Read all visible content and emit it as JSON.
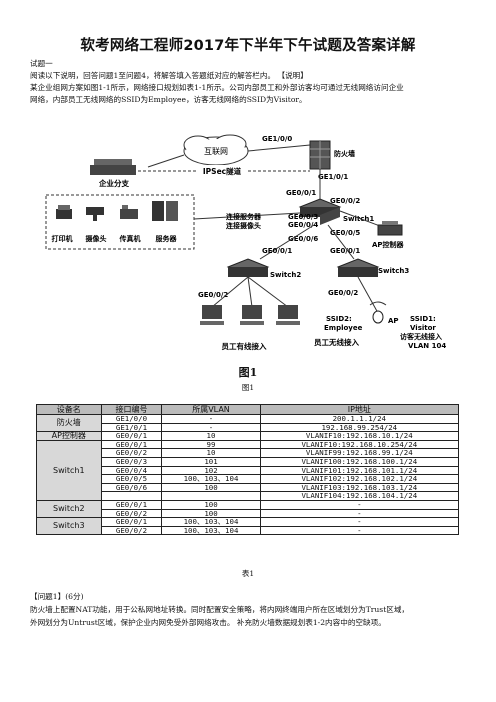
{
  "title": "软考网络工程师2017年下半年下午试题及答案详解",
  "section": "试题一",
  "intro": "阅读以下说明，回答问题1至问题4，将解答填入答题纸对应的解答栏内。 【说明】",
  "desc1": "某企业组网方案如图1-1所示，网络接口规划如表1-1所示。公司内部员工和外部访客均可通过无线网络访问企业",
  "desc2": "网络，内部员工无线网络的SSID为Employee，访客无线网络的SSID为Visitor。",
  "diagram": {
    "internet": "互联网",
    "branch": "企业分支",
    "ipsec": "IPSec隧道",
    "firewall": "防火墙",
    "ge100": "GE1/0/0",
    "ge101": "GE1/0/1",
    "sw1_ge001": "GE0/0/1",
    "sw1_ge002": "GE0/0/2",
    "sw1_ge003": "GE0/0/3",
    "sw1_ge004": "GE0/0/4",
    "sw1_ge005": "GE0/0/5",
    "sw1_ge006": "GE0/0/6",
    "switch1": "Switch1",
    "switch2": "Switch2",
    "switch3": "Switch3",
    "connect_server": "连接服务器",
    "connect_camera": "连接摄像头",
    "printer": "打印机",
    "camera": "摄像头",
    "fax": "传真机",
    "server": "服务器",
    "ap_controller": "AP控制器",
    "sw2_ge001": "GE0/0/1",
    "sw2_ge002": "GE0/0/2",
    "sw3_ge001": "GE0/0/1",
    "sw3_ge002": "GE0/0/2",
    "staff_wired": "员工有线接入",
    "ssid2": "SSID2:",
    "employee": "Employee",
    "staff_wireless": "员工无线接入",
    "ap": "AP",
    "ssid1": "SSID1:",
    "visitor": "Visitor",
    "visitor_wireless": "访客无线接入",
    "vlan104": "VLAN 104"
  },
  "fig_big": "图1",
  "fig_small": "图1",
  "table": {
    "headers": [
      "设备名",
      "接口编号",
      "所属VLAN",
      "IP地址"
    ],
    "groups": [
      {
        "device": "防火墙",
        "rows": [
          [
            "GE1/0/0",
            "-",
            "200.1.1.1/24"
          ],
          [
            "GE1/0/1",
            "-",
            "192.168.99.254/24"
          ]
        ]
      },
      {
        "device": "AP控制器",
        "rows": [
          [
            "GE0/0/1",
            "10",
            "VLANIF10:192.168.10.1/24"
          ]
        ]
      },
      {
        "device": "Switch1",
        "rows": [
          [
            "GE0/0/1",
            "99",
            "VLANIF10:192.168.10.254/24"
          ],
          [
            "GE0/0/2",
            "10",
            "VLANIF99:192.168.99.1/24"
          ],
          [
            "GE0/0/3",
            "101",
            "VLANIF100:192.168.100.1/24"
          ],
          [
            "GE0/0/4",
            "102",
            "VLANIF101:192.168.101.1/24"
          ],
          [
            "GE0/0/5",
            "100、103、104",
            "VLANIF102:192.168.102.1/24"
          ],
          [
            "GE0/0/6",
            "100",
            "VLANIF103:192.168.103.1/24"
          ],
          [
            "",
            "",
            "VLANIF104:192.168.104.1/24"
          ]
        ]
      },
      {
        "device": "Switch2",
        "rows": [
          [
            "GE0/0/1",
            "100",
            "-"
          ],
          [
            "GE0/0/2",
            "100",
            "-"
          ]
        ]
      },
      {
        "device": "Switch3",
        "rows": [
          [
            "GE0/0/1",
            "100、103、104",
            "-"
          ],
          [
            "GE0/0/2",
            "100、103、104",
            "-"
          ]
        ]
      }
    ]
  },
  "table_caption": "表1",
  "q1_title": "【问题1】(6分)",
  "q1_line1": "防火墙上配置NAT功能，用于公私网地址转换。同时配置安全策略，将内网终端用户所在区域划分为Trust区域，",
  "q1_line2": "外网划分为Untrust区域，保护企业内网免受外部网络攻击。  补充防火墙数据规划表1-2内容中的空缺项。"
}
